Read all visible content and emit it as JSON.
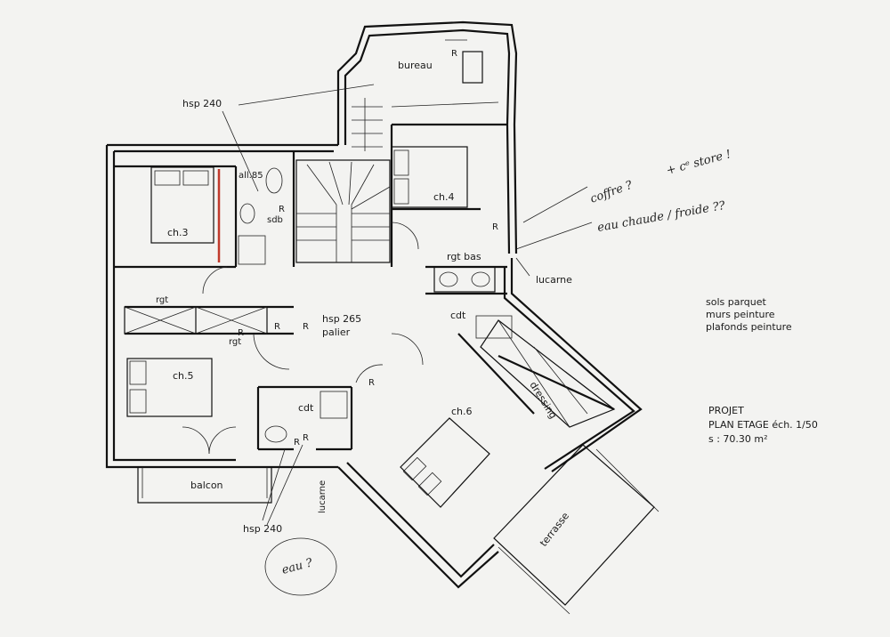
{
  "rooms": {
    "bureau": "bureau",
    "ch3": "ch.3",
    "ch4": "ch.4",
    "ch5": "ch.5",
    "ch6": "ch.6",
    "sdb": "sdb",
    "all": "all.85",
    "rgt_bas": "rgt bas",
    "lucarne_right": "lucarne",
    "lucarne_bottom": "lucarne",
    "cdt_mid": "cdt",
    "cdt_small": "cdt",
    "rgt_top": "rgt",
    "rgt_left": "rgt",
    "palier": "palier",
    "hsp265": "hsp 265",
    "dressing": "dressing",
    "balcon": "balcon",
    "terrasse": "terrasse",
    "hsp240_top": "hsp 240",
    "hsp240_bottom": "hsp 240",
    "r_marks": [
      "R",
      "R",
      "R",
      "R",
      "R",
      "R",
      "R",
      "R",
      "R"
    ]
  },
  "notes": {
    "line1": "sols parquet",
    "line2": "murs peinture",
    "line3": "plafonds peinture"
  },
  "project": {
    "title": "PROJET",
    "subtitle": "PLAN ETAGE  éch. 1/50",
    "surface": "s : 70.30 m²"
  },
  "handwritten": {
    "coffre": "coffre ?",
    "plus_store": "+ cᵉ store !",
    "eau_chaude": "eau chaude / froide ??",
    "eau": "eau ?"
  },
  "colors": {
    "ink": "#111111",
    "paper": "#f3f3f1",
    "red_mark": "#c0392b"
  }
}
